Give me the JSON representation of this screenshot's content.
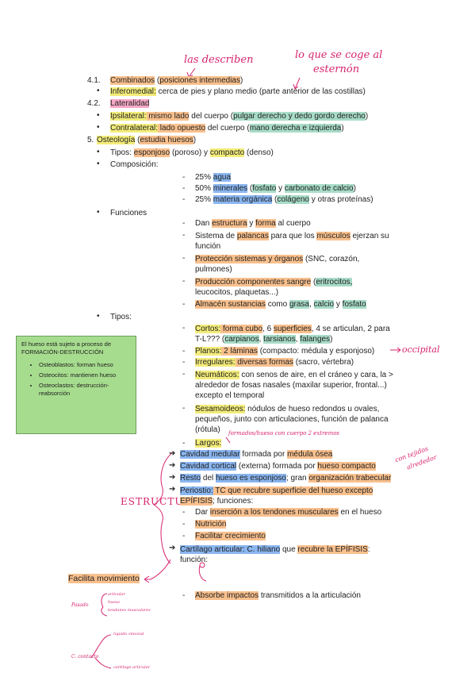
{
  "annotations": {
    "describen": "las describen",
    "esternon_1": "lo que se coge al",
    "esternon_2": "esternón",
    "occipital": "occipital",
    "largos": "formados/hueso con cuerpo 2 extremos",
    "estructura": "ESTRUCTURA",
    "con_tejidos": "con tejidos",
    "alrededor": "alrededor"
  },
  "lines": {
    "l41_num": "4.1.",
    "l41_a": "Combinados",
    "l41_b": " (",
    "l41_c": "posiciones intermedias",
    "l41_d": ")",
    "infero_a": "Inferomedial:",
    "infero_b": " cerca de pies y plano medio (parte anterior de las costillas)",
    "l42_num": "4.2.",
    "l42_a": "Lateralidad",
    "ipsi_a": "Ipsilateral:",
    "ipsi_b": " mismo lado",
    "ipsi_c": " del cuerpo (",
    "ipsi_d": "pulgar derecho y dedo gordo derecho",
    "ipsi_e": ")",
    "contra_a": "Contralateral:",
    "contra_b": " lado opuesto",
    "contra_c": " del cuerpo (",
    "contra_d": "mano derecha e izquierda",
    "contra_e": ")",
    "l5_num": "5.",
    "l5_a": "Osteología",
    "l5_b": " (",
    "l5_c": "estudia huesos",
    "l5_d": ")",
    "tipos1_a": "Tipos: ",
    "tipos1_b": "esponjoso",
    "tipos1_c": " (poroso) y ",
    "tipos1_d": "compacto",
    "tipos1_e": " (denso)",
    "composicion": "Composición:",
    "agua_a": "25% ",
    "agua_b": "agua",
    "min_a": "50% ",
    "min_b": "minerales",
    "min_c": " (",
    "min_d": "fosfato",
    "min_e": " y ",
    "min_f": "carbonato de calcio",
    "min_g": ")",
    "org_a": "25% ",
    "org_b": "materia orgánica",
    "org_c": " (",
    "org_d": "colágeno",
    "org_e": " y otras proteínas)",
    "funciones": "Funciones",
    "f1_a": "Dan ",
    "f1_b": "estructura",
    "f1_c": " y ",
    "f1_d": "forma",
    "f1_e": " al cuerpo",
    "f2_a": "Sistema de ",
    "f2_b": "palancas",
    "f2_c": " para que los ",
    "f2_d": "músculos",
    "f2_e": " ejerzan su",
    "f2_f": "función",
    "f3_a": "Protección sistemas y órganos",
    "f3_b": " (SNC, corazón,",
    "f3_c": "pulmones)",
    "f4_a": "Producción componentes sangre",
    "f4_b": " (",
    "f4_c": "eritrocitos,",
    "f4_d": "leucocitos, plaquetas...)",
    "f5_a": "Almacén",
    "f5_b": " sustancias",
    "f5_c": " como ",
    "f5_d": "grasa",
    "f5_e": ", ",
    "f5_f": "calcio",
    "f5_g": " y ",
    "f5_h": "fosfato",
    "tipos2": "Tipos:",
    "t1_a": "Cortos:",
    "t1_b": " forma cubo",
    "t1_c": ", 6 ",
    "t1_d": "superficies",
    "t1_e": ", 4 se articulan, 2 para",
    "t1_f": "T-L??? (",
    "t1_g": "carpianos",
    "t1_h": ", ",
    "t1_i": "tarsianos",
    "t1_j": ", ",
    "t1_k": "falanges",
    "t1_l": ")",
    "t2_a": "Planos:",
    "t2_b": " 2 láminas",
    "t2_c": " (compacto: médula y esponjoso)",
    "t3_a": "Irregulares:",
    "t3_b": " diversas formas",
    "t3_c": " (sacro, vértebra)",
    "t4_a": "Neumáticos:",
    "t4_b": " con senos de aire, en el cráneo y cara, la >",
    "t4_c": "alrededor de fosas nasales (maxilar superior, frontal...)",
    "t4_d": "excepto el temporal",
    "t5_a": "Sesamoideos:",
    "t5_b": " nódulos de hueso redondos u ovales,",
    "t5_c": "pequeños, junto con articulaciones, función de palanca",
    "t5_d": "(rótula)",
    "t6_a": "Largos:",
    "e1_a": "Cavidad medular",
    "e1_b": " formada por ",
    "e1_c": "médula ósea",
    "e2_a": "Cavidad cortical",
    "e2_b": " (externa) formada por ",
    "e2_c": "hueso compacto",
    "e3_a": "Resto",
    "e3_b": " del ",
    "e3_c": "hueso es esponjoso",
    "e3_d": "; gran ",
    "e3_e": "organización trabecular",
    "e4_a": "Periostio:",
    "e4_b": " TC que recubre superficie del hueso excepto",
    "e4_c": "EPÍFISIS",
    "e4_d": "; funciones:",
    "e4_s1_a": "Dar ",
    "e4_s1_b": "inserción a los tendones musculares",
    "e4_s1_c": " en el hueso",
    "e4_s2": "Nutrición",
    "e4_s3": "Facilitar crecimiento",
    "e5_a": "Cartílago articular: C. hiliano",
    "e5_b": " que ",
    "e5_c": "recubre la EPÍFISIS",
    "e5_d": ":",
    "e5_e": "función:",
    "mov": "Facilita movimiento",
    "abs_a": "Absorbe impactos",
    "abs_b": " transmitidos a la articulación",
    "bot1": "Pasado",
    "bot2": "C. contacto",
    "bot1a": "articular",
    "bot1b": "hueso",
    "bot1c": "tendones musculares",
    "bot2a": "liquido sinovial",
    "bot2b": "cartilago articular"
  },
  "box": {
    "title": "El hueso está sujeto a proceso de FORMACIÓN-DESTRUCCIÓN",
    "items": [
      "Osteoblastos: forman hueso",
      "Osteocitos: mantienen hueso",
      "Osteoclastos: destrucción-reabsorción"
    ]
  }
}
